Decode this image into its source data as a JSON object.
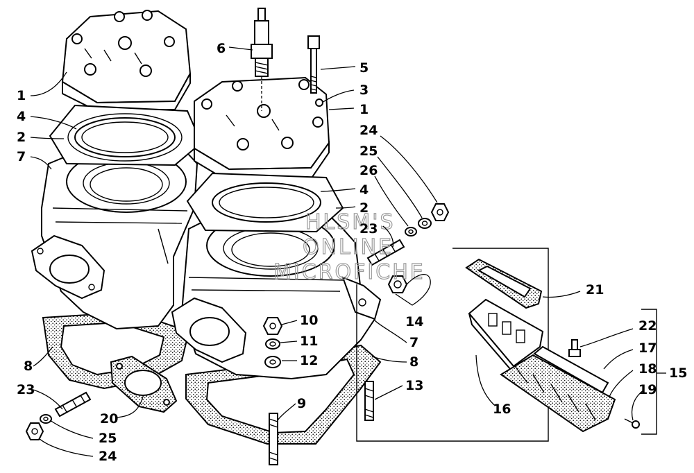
{
  "watermark": {
    "line1": "HLSM'S",
    "line2": "ONLINE",
    "line3": "MICROFICHE"
  },
  "callouts": [
    {
      "id": "c1a",
      "text": "1"
    },
    {
      "id": "c4a",
      "text": "4"
    },
    {
      "id": "c2a",
      "text": "2"
    },
    {
      "id": "c7a",
      "text": "7"
    },
    {
      "id": "c6",
      "text": "6"
    },
    {
      "id": "c5",
      "text": "5"
    },
    {
      "id": "c3",
      "text": "3"
    },
    {
      "id": "c1b",
      "text": "1"
    },
    {
      "id": "c24a",
      "text": "24"
    },
    {
      "id": "c25a",
      "text": "25"
    },
    {
      "id": "c26",
      "text": "26"
    },
    {
      "id": "c4b",
      "text": "4"
    },
    {
      "id": "c2b",
      "text": "2"
    },
    {
      "id": "c23a",
      "text": "23"
    },
    {
      "id": "c21",
      "text": "21"
    },
    {
      "id": "c14",
      "text": "14"
    },
    {
      "id": "c10",
      "text": "10"
    },
    {
      "id": "c11",
      "text": "11"
    },
    {
      "id": "c12",
      "text": "12"
    },
    {
      "id": "c7b",
      "text": "7"
    },
    {
      "id": "c22",
      "text": "22"
    },
    {
      "id": "c17",
      "text": "17"
    },
    {
      "id": "c18",
      "text": "18"
    },
    {
      "id": "c15",
      "text": "15"
    },
    {
      "id": "c8a",
      "text": "8"
    },
    {
      "id": "c8b",
      "text": "8"
    },
    {
      "id": "c13",
      "text": "13"
    },
    {
      "id": "c16",
      "text": "16"
    },
    {
      "id": "c19",
      "text": "19"
    },
    {
      "id": "c23b",
      "text": "23"
    },
    {
      "id": "c9",
      "text": "9"
    },
    {
      "id": "c20",
      "text": "20"
    },
    {
      "id": "c25b",
      "text": "25"
    },
    {
      "id": "c24b",
      "text": "24"
    }
  ]
}
